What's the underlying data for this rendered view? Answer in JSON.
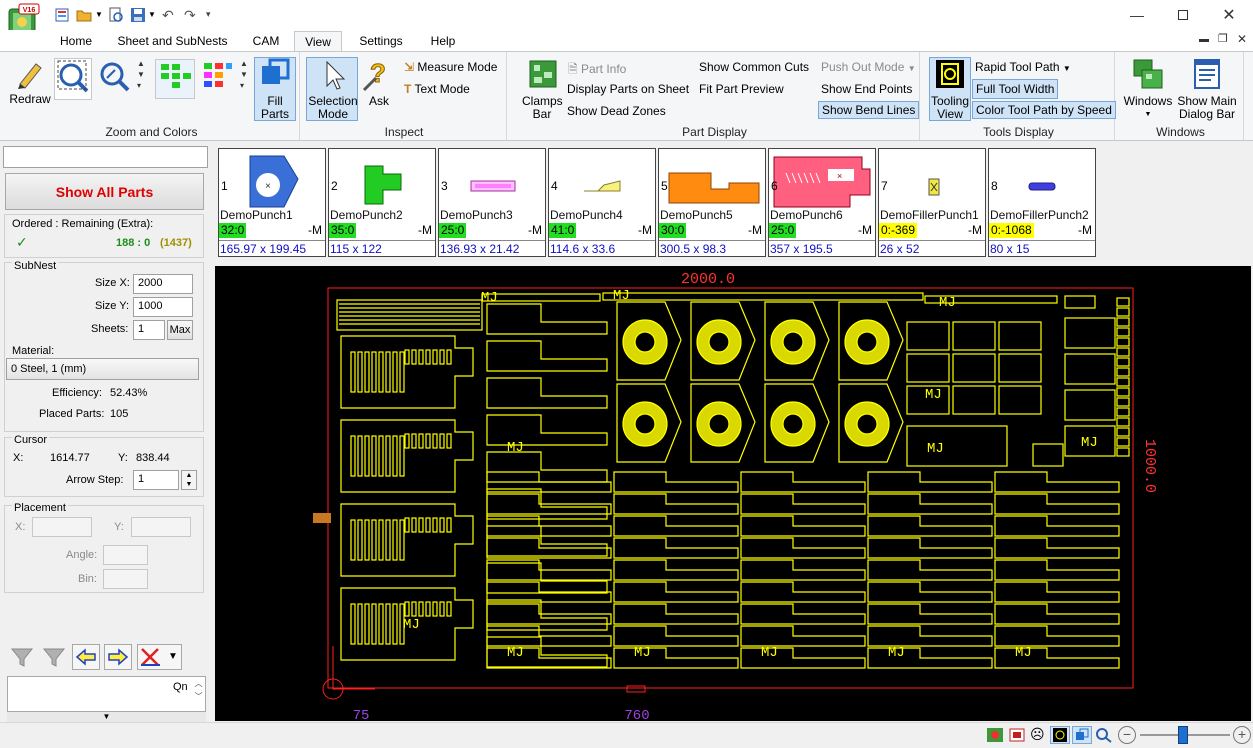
{
  "quick_access_icons": [
    "new-icon",
    "open-icon",
    "print-preview-icon",
    "save-icon",
    "undo-icon",
    "redo-icon"
  ],
  "app_badge": "V16",
  "window_buttons": [
    "minimize-icon",
    "maximize-icon",
    "close-icon"
  ],
  "tabs": [
    "Home",
    "Sheet and SubNests",
    "CAM",
    "View",
    "Settings",
    "Help"
  ],
  "active_tab": "View",
  "ribbon": {
    "zoom_colors": {
      "label": "Zoom and Colors",
      "redraw": "Redraw",
      "fill_parts": "Fill Parts"
    },
    "inspect": {
      "label": "Inspect",
      "selection_mode": "Selection Mode",
      "ask": "Ask",
      "measure_mode": "Measure Mode",
      "text_mode": "Text Mode"
    },
    "part_display": {
      "label": "Part Display",
      "clamps_bar": "Clamps Bar",
      "part_info": "Part Info",
      "display_parts": "Display Parts on Sheet",
      "show_dead_zones": "Show Dead Zones",
      "show_common_cuts": "Show Common Cuts",
      "fit_part_preview": "Fit Part Preview",
      "push_out_mode": "Push Out Mode",
      "show_end_points": "Show End Points",
      "show_bend_lines": "Show Bend Lines"
    },
    "tools_display": {
      "label": "Tools Display",
      "tooling_view": "Tooling View",
      "rapid_tool_path": "Rapid Tool Path",
      "full_tool_width": "Full Tool Width",
      "color_tool_path": "Color Tool Path by Speed"
    },
    "windows": {
      "label": "Windows",
      "windows": "Windows",
      "show_main_dialog": "Show Main Dialog Bar"
    }
  },
  "left": {
    "show_all_parts": "Show All Parts",
    "ordered_label": "Ordered : Remaining (Extra):",
    "check": "✓",
    "ordered_value": "188 : 0",
    "extra_value": "(1437)",
    "subnest_title": "SubNest",
    "size_x_label": "Size X:",
    "size_x": "2000",
    "size_y_label": "Size Y:",
    "size_y": "1000",
    "sheets_label": "Sheets:",
    "sheets": "1",
    "max_button": "Max",
    "material_label": "Material:",
    "material": "0  Steel, 1 (mm)",
    "efficiency_label": "Efficiency:",
    "efficiency": "52.43%",
    "placed_label": "Placed Parts:",
    "placed": "105",
    "cursor_title": "Cursor",
    "cursor_x_label": "X:",
    "cursor_x": "1614.77",
    "cursor_y_label": "Y:",
    "cursor_y": "838.44",
    "arrow_step_label": "Arrow Step:",
    "arrow_step": "1",
    "placement_title": "Placement",
    "place_x_label": "X:",
    "place_y_label": "Y:",
    "angle_label": "Angle:",
    "bin_label": "Bin:",
    "list_header": "Qn"
  },
  "parts": [
    {
      "num": "1",
      "name": "DemoPunch1",
      "qty": "32:0",
      "qty_color": "green",
      "unit": "-M",
      "dim": "165.97 x 199.45"
    },
    {
      "num": "2",
      "name": "DemoPunch2",
      "qty": "35:0",
      "qty_color": "green",
      "unit": "-M",
      "dim": "115 x 122"
    },
    {
      "num": "3",
      "name": "DemoPunch3",
      "qty": "25:0",
      "qty_color": "green",
      "unit": "-M",
      "dim": "136.93 x 21.42"
    },
    {
      "num": "4",
      "name": "DemoPunch4",
      "qty": "41:0",
      "qty_color": "green",
      "unit": "-M",
      "dim": "114.6 x 33.6"
    },
    {
      "num": "5",
      "name": "DemoPunch5",
      "qty": "30:0",
      "qty_color": "green",
      "unit": "-M",
      "dim": "300.5 x 98.3"
    },
    {
      "num": "6",
      "name": "DemoPunch6",
      "qty": "25:0",
      "qty_color": "green",
      "unit": "-M",
      "dim": "357 x 195.5"
    },
    {
      "num": "7",
      "name": "DemoFillerPunch1",
      "qty": "0:-369",
      "qty_color": "yellow",
      "unit": "-M",
      "dim": "26 x 52"
    },
    {
      "num": "8",
      "name": "DemoFillerPunch2",
      "qty": "0:-1068",
      "qty_color": "yellow",
      "unit": "-M",
      "dim": "80 x 15"
    }
  ],
  "canvas": {
    "sheet_width_label": "2000.0",
    "sheet_height_label": "1000.0",
    "origin_x_label": "75",
    "mid_x_label": "760",
    "part_label": "MJ"
  },
  "colors": {
    "outline": "#ffff00",
    "sheet": "#ff2020",
    "canvas": "#000000",
    "dim_text": "#1010c0",
    "purple_label": "#a040e0"
  }
}
